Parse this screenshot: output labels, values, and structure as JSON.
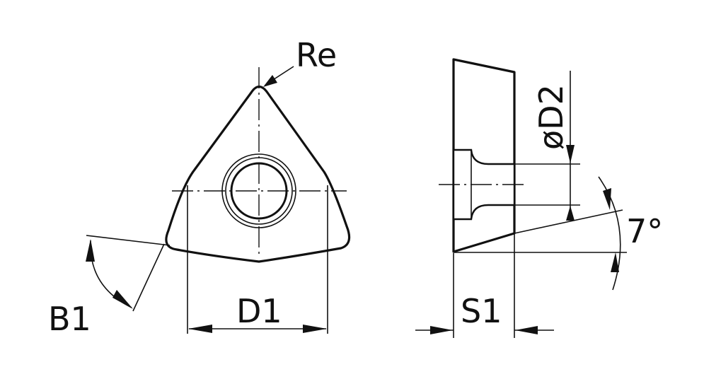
{
  "labels": {
    "re": "Re",
    "d1": "D1",
    "b1": "B1",
    "d2": "øD2",
    "s1": "S1",
    "angle": "7°"
  },
  "colors": {
    "insert_fill": "#F5C400",
    "line": "#111111",
    "background": "#FFFFFF"
  }
}
